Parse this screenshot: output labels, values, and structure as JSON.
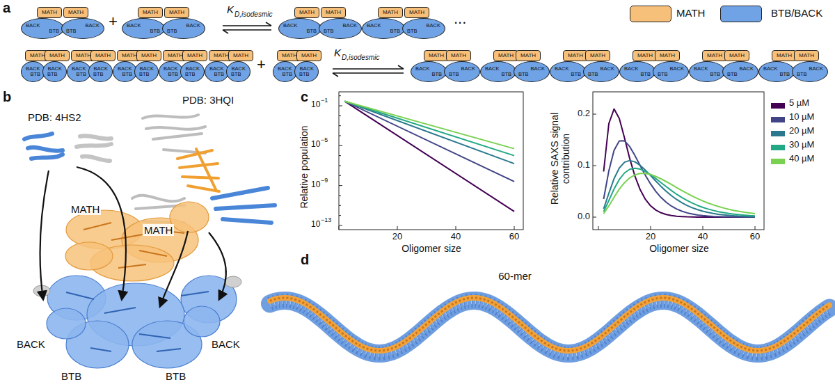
{
  "diagram": {
    "nodes": [
      {
        "text": [
          "MATH"
        ]
      },
      {
        "text": [
          "MATH"
        ]
      },
      {
        "text": [
          "BACK",
          "BTB"
        ]
      },
      {
        "text": [
          "BACK",
          "BTB"
        ]
      },
      {
        "text": [
          "MATH"
        ]
      },
      {
        "text": [
          "MATH"
        ]
      },
      {
        "text": [
          "BACK",
          "BTB"
        ]
      },
      {
        "text": [
          "BACK",
          "BTB"
        ]
      },
      {
        "text": [
          "MATH"
        ]
      },
      {
        "text": [
          "MATH"
        ]
      },
      {
        "text": [
          "BACK",
          "BTB"
        ]
      },
      {
        "text": [
          "BACK",
          "BTB"
        ]
      },
      {
        "text": [
          "MATH"
        ]
      },
      {
        "text": [
          "MATH"
        ]
      },
      {
        "text": [
          "BACK",
          "BTB"
        ]
      },
      {
        "text": [
          "BACK",
          "BTB"
        ]
      },
      {
        "text": [
          "MATH"
        ]
      },
      {
        "text": [
          "MATH"
        ]
      },
      {
        "text": [
          "BACK",
          "BTB"
        ]
      },
      {
        "text": [
          "BACK",
          "BTB"
        ]
      },
      {
        "text": [
          "MATH"
        ]
      },
      {
        "text": [
          "MATH"
        ]
      },
      {
        "text": [
          "BACK",
          "BTB"
        ]
      },
      {
        "text": [
          "BACK",
          "BTB"
        ]
      },
      {
        "text": [
          "MATH"
        ]
      },
      {
        "text": [
          "MATH"
        ]
      },
      {
        "text": [
          "BACK",
          "BTB"
        ]
      },
      {
        "text": [
          "BACK",
          "BTB"
        ]
      },
      {
        "text": [
          "MATH"
        ]
      },
      {
        "text": [
          "MATH"
        ]
      },
      {
        "text": [
          "BACK",
          "BTB"
        ]
      },
      {
        "text": [
          "BACK",
          "BTB"
        ]
      },
      {
        "text": [
          "MATH"
        ]
      },
      {
        "text": [
          "MATH"
        ]
      },
      {
        "text": [
          "BACK",
          "BTB"
        ]
      },
      {
        "text": [
          "BACK",
          "BTB"
        ]
      },
      {
        "text": [
          "MATH"
        ]
      },
      {
        "text": [
          "MATH"
        ]
      },
      {
        "text": [
          "BACK",
          "BTB"
        ]
      },
      {
        "text": [
          "BACK",
          "BTB"
        ]
      },
      {
        "text": [
          "MATH"
        ]
      },
      {
        "text": [
          "MATH"
        ]
      },
      {
        "text": [
          "BACK",
          "BTB"
        ]
      },
      {
        "text": [
          "BACK",
          "BTB"
        ]
      },
      {
        "text": [
          "MATH"
        ]
      },
      {
        "text": [
          "MATH"
        ]
      },
      {
        "text": [
          "BACK",
          "BTB"
        ]
      },
      {
        "text": [
          "BACK",
          "BTB"
        ]
      },
      {
        "text": [
          "MATH"
        ]
      },
      {
        "text": [
          "MATH"
        ]
      },
      {
        "text": [
          "BACK",
          "BTB"
        ]
      },
      {
        "text": [
          "BACK",
          "BTB"
        ]
      },
      {
        "text": [
          "MATH"
        ]
      },
      {
        "text": [
          "MATH"
        ]
      },
      {
        "text": [
          "BACK",
          "BTB"
        ]
      },
      {
        "text": [
          "BACK",
          "BTB"
        ]
      },
      {
        "text": [
          "MATH"
        ]
      },
      {
        "text": [
          "MATH"
        ]
      },
      {
        "text": [
          "BACK",
          "BTB"
        ]
      },
      {
        "text": [
          "BACK",
          "BTB"
        ]
      },
      {
        "text": [
          "MATH"
        ]
      },
      {
        "text": [
          "MATH"
        ]
      },
      {
        "text": [
          "BACK",
          "BTB"
        ]
      },
      {
        "text": [
          "BACK",
          "BTB"
        ]
      }
    ],
    "labels": [
      "a",
      "+",
      "K",
      "D,isodesmic",
      "...",
      "+",
      "K",
      "D,isodesmic",
      "b",
      "PDB: 4HS2",
      "PDB: 3HQI",
      "MATH",
      "MATH",
      "BACK",
      "BACK",
      "BTB",
      "BTB",
      "c",
      "Relative population",
      "10",
      "−1",
      "10",
      "−5",
      "10",
      "−9",
      "10",
      "−13",
      "20",
      "40",
      "60",
      "Oligomer size",
      "Relative SAXS signal contribution",
      "0.0",
      "0.1",
      "0.2",
      "20",
      "40",
      "60",
      "Oligomer size",
      "d",
      "60-mer"
    ],
    "legend": [
      {
        "text": "MATH",
        "color": "#f7c07a"
      },
      {
        "text": "BTB/BACK",
        "color": "#6fa3e6"
      },
      {
        "text": "5 µM",
        "color": "#440154"
      },
      {
        "text": "10 µM",
        "color": "#414487"
      },
      {
        "text": "20 µM",
        "color": "#2a788e"
      },
      {
        "text": "30 µM",
        "color": "#22a884"
      },
      {
        "text": "40 µM",
        "color": "#7ad151"
      }
    ]
  }
}
